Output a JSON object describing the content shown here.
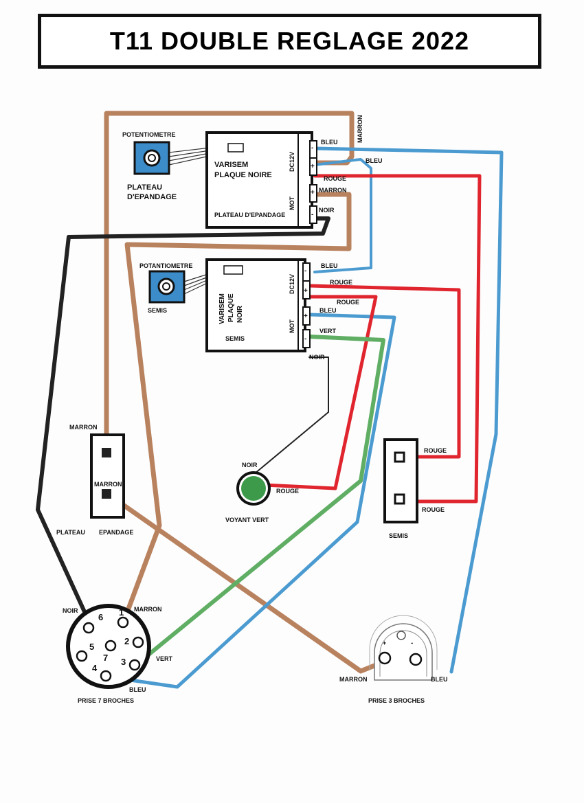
{
  "title": "T11 DOUBLE REGLAGE 2022",
  "colors": {
    "marron": "#b9825f",
    "bleu": "#4b9bd1",
    "rouge": "#e0252f",
    "vert": "#5fae64",
    "noir": "#222222",
    "pot_blue": "#3c8cc9",
    "lamp_green": "#3d9a4a"
  },
  "module_top": {
    "name_line1": "VARISEM",
    "name_line2": "PLAQUE NOIRE",
    "bottom_label": "PLATEAU D'EPANDAGE",
    "dc_label": "DC12V",
    "mot_label": "MOT",
    "minus": "-",
    "plus": "+"
  },
  "module_bottom": {
    "name_line1": "VARISEM",
    "name_line2": "PLAQUE",
    "name_line3": "NOIR",
    "bottom_label": "SEMIS",
    "dc_label": "DC12V",
    "mot_label": "MOT",
    "minus": "-",
    "plus": "+"
  },
  "pot_top": {
    "title": "POTENTIOMETRE",
    "label1": "PLATEAU",
    "label2": "D'EPANDAGE"
  },
  "pot_bottom": {
    "title": "POTANTIOMETRE",
    "label": "SEMIS"
  },
  "wire_labels": {
    "top_bleu": "BLEU",
    "top_marron_vertical": "MARRON",
    "top_bleu_right": "BLEU",
    "top_rouge": "ROUGE",
    "top_marron": "MARRON",
    "top_noir": "NOIR",
    "bot_bleu": "BLEU",
    "bot_rouge1": "ROUGE",
    "bot_rouge2": "ROUGE",
    "bot_bleu2": "BLEU",
    "bot_vert": "VERT",
    "bot_noir": "NOIR"
  },
  "connector_plateau": {
    "label_top": "MARRON",
    "label_inner": "MARRON",
    "caption1": "PLATEAU",
    "caption2": "EPANDAGE"
  },
  "lamp": {
    "label_noir": "NOIR",
    "label_rouge": "ROUGE",
    "caption": "VOYANT VERT"
  },
  "connector_semis": {
    "label_rouge1": "ROUGE",
    "label_rouge2": "ROUGE",
    "caption": "SEMIS"
  },
  "plug7": {
    "caption": "PRISE 7 BROCHES",
    "label_noir": "NOIR",
    "label_marron": "MARRON",
    "label_vert": "VERT",
    "label_bleu": "BLEU",
    "pins": [
      "1",
      "2",
      "3",
      "4",
      "5",
      "6",
      "7"
    ]
  },
  "plug3": {
    "caption": "PRISE 3 BROCHES",
    "label_marron": "MARRON",
    "label_bleu": "BLEU",
    "plus": "+",
    "minus": "-"
  }
}
